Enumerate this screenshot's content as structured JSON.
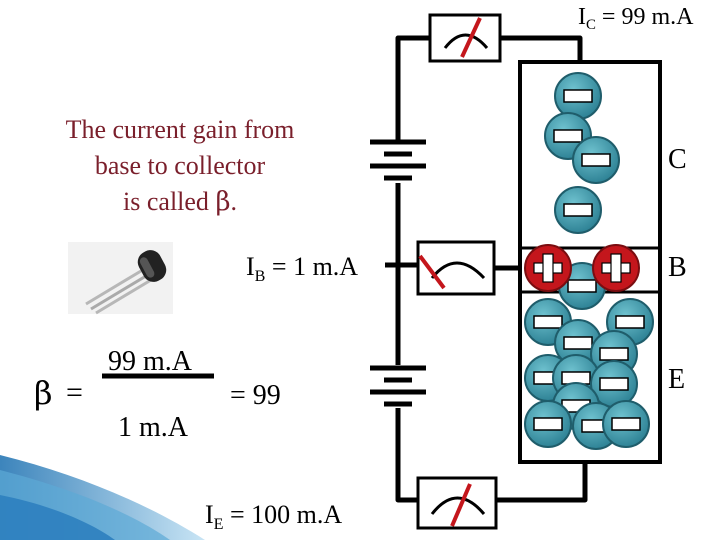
{
  "caption": {
    "line1": "The current gain from",
    "line2": "base to collector",
    "line3_prefix": "is called ",
    "line3_symbol": "β",
    "line3_suffix": "."
  },
  "currents": {
    "ic_main": "I",
    "ic_sub": "C",
    "ic_value": " = 99 m.A",
    "ib_main": "I",
    "ib_sub": "B",
    "ib_value": " = 1 m.A",
    "ie_main": "I",
    "ie_sub": "E",
    "ie_value": " = 100 m.A"
  },
  "formula": {
    "symbol": "β",
    "equals": "=",
    "numerator": "99 m.A",
    "denominator": "1 m.A",
    "result": "= 99"
  },
  "regions": {
    "collector": "C",
    "base": "B",
    "emitter": "E"
  },
  "symbols": {
    "electron": "−",
    "hole": "+"
  },
  "colors": {
    "wire": "#000000",
    "caption_text": "#7a1f2b",
    "electron_fill": "#3a8fa0",
    "electron_ring": "#1f5d6b",
    "hole_fill": "#c4161c",
    "meter_needle": "#c4161c",
    "meter_bg": "#ffffff"
  },
  "icons": [
    "ammeter-icon",
    "battery-icon",
    "transistor-photo-icon",
    "electron-icon",
    "hole-icon"
  ]
}
